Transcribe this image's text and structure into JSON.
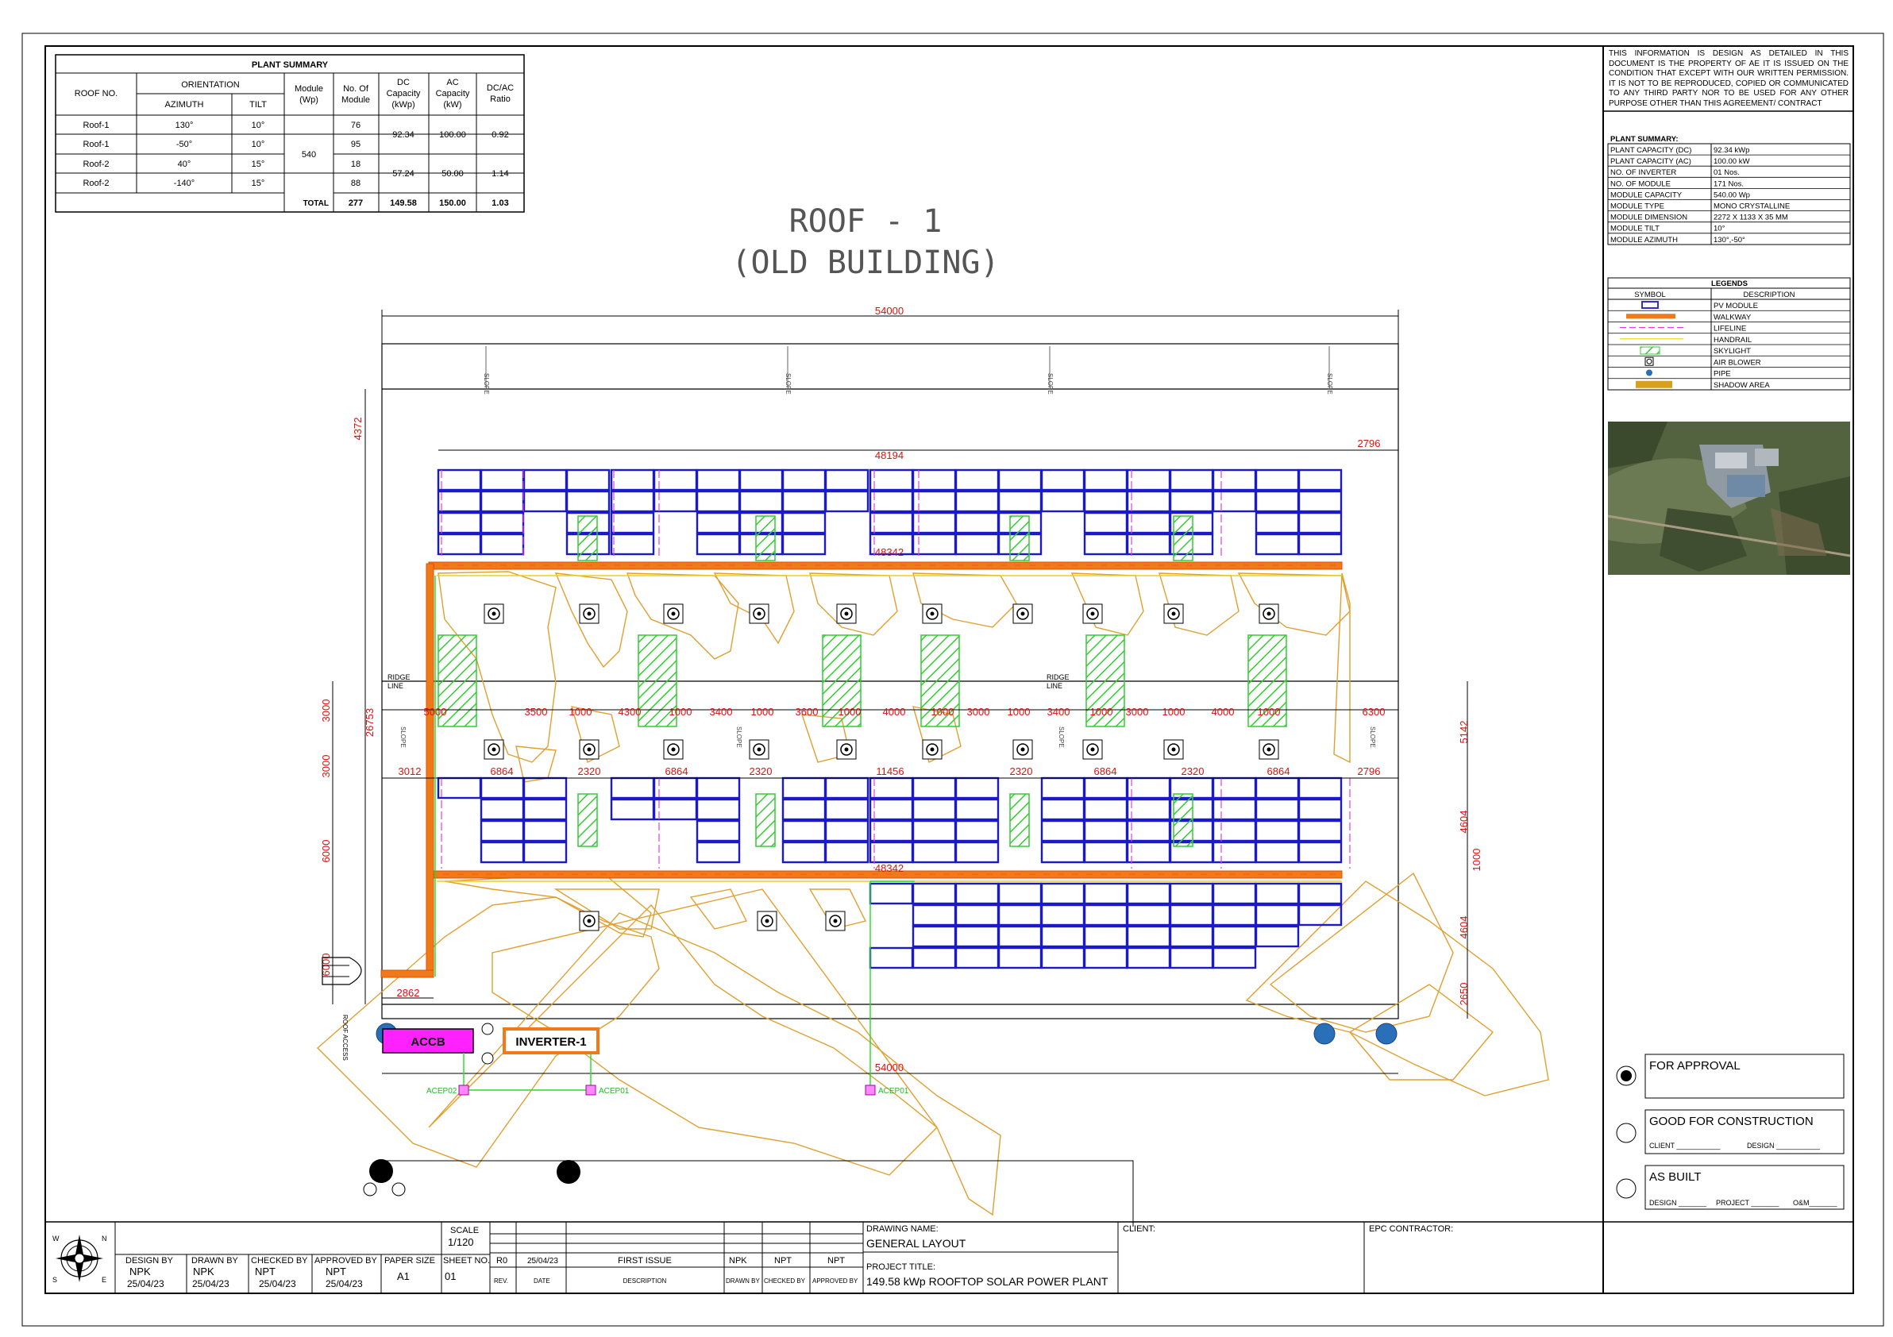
{
  "plant_summary_table": {
    "title": "PLANT SUMMARY",
    "headers": {
      "roof_no": "ROOF NO.",
      "orientation": "ORIENTATION",
      "azimuth": "AZIMUTH",
      "tilt": "TILT",
      "module_wp_1": "Module",
      "module_wp_2": "(Wp)",
      "no_of_module_1": "No. Of",
      "no_of_module_2": "Module",
      "dc_1": "DC",
      "dc_2": "Capacity",
      "dc_3": "(kWp)",
      "ac_1": "AC",
      "ac_2": "Capacity",
      "ac_3": "(kW)",
      "ratio_1": "DC/AC",
      "ratio_2": "Ratio"
    },
    "rows": [
      {
        "roof": "Roof-1",
        "azimuth": "130°",
        "tilt": "10°",
        "modules": "76"
      },
      {
        "roof": "Roof-1",
        "azimuth": "-50°",
        "tilt": "10°",
        "modules": "95"
      },
      {
        "roof": "Roof-2",
        "azimuth": "40°",
        "tilt": "15°",
        "modules": "18"
      },
      {
        "roof": "Roof-2",
        "azimuth": "-140°",
        "tilt": "15°",
        "modules": "88"
      }
    ],
    "module_wp": "540",
    "roof1_dc": "92.34",
    "roof1_ac": "100.00",
    "roof1_ratio": "0.92",
    "roof2_dc": "57.24",
    "roof2_ac": "50.00",
    "roof2_ratio": "1.14",
    "total_label": "TOTAL",
    "total_modules": "277",
    "total_dc": "149.58",
    "total_ac": "150.00",
    "total_ratio": "1.03"
  },
  "drawing_title": {
    "line1": "ROOF - 1",
    "line2": "(OLD BUILDING)"
  },
  "dimensions": {
    "overall_width": "54000",
    "top_gap": "4372",
    "upper_array_width": "48194",
    "right_offset": "2796",
    "walkway_width": "48342",
    "walkway_width_2": "48342",
    "left_total": "26753",
    "left_3000_a": "3000",
    "left_3000_b": "3000",
    "left_6000": "6000",
    "left_6000_b": "6000",
    "right_5142": "5142",
    "right_4604_a": "4604",
    "right_1000": "1000",
    "right_4604_b": "4604",
    "right_2650": "2650",
    "bottom_2862": "2862",
    "bottom_width": "54000",
    "lower_row": [
      "3012",
      "6864",
      "2320",
      "6864",
      "2320",
      "11456",
      "2320",
      "6864",
      "2320",
      "6864",
      "2796"
    ],
    "mid_row": [
      "5000",
      "3500",
      "1000",
      "4300",
      "1000",
      "3400",
      "1000",
      "3600",
      "1000",
      "4000",
      "1000",
      "3000",
      "1000",
      "3400",
      "1000",
      "3000",
      "1000",
      "4000",
      "1000",
      "6300"
    ]
  },
  "annotations": {
    "slope": "SLOPE",
    "ridge_line_1": "RIDGE",
    "ridge_line_2": "LINE",
    "roof_access": "ROOF ACCESS",
    "accb": "ACCB",
    "inverter": "INVERTER-1",
    "acep02": "ACEP02",
    "acep01_a": "ACEP01",
    "acep01_b": "ACEP01"
  },
  "notice": "THIS INFORMATION IS DESIGN AS DETAILED IN THIS DOCUMENT IS THE PROPERTY OF AE IT IS ISSUED ON THE CONDITION THAT EXCEPT WITH OUR WRITTEN PERMISSION. IT IS NOT TO BE REPRODUCED, COPIED OR COMMUNICATED TO ANY THIRD PARTY NOR TO BE USED FOR ANY OTHER PURPOSE OTHER THAN THIS AGREEMENT/ CONTRACT",
  "plant_summary_side": {
    "title": "PLANT SUMMARY:",
    "rows": [
      {
        "k": "PLANT CAPACITY (DC)",
        "v": "92.34 kWp"
      },
      {
        "k": "PLANT CAPACITY (AC)",
        "v": "100.00 kW"
      },
      {
        "k": "NO. OF INVERTER",
        "v": "01 Nos."
      },
      {
        "k": "NO. OF MODULE",
        "v": "171 Nos."
      },
      {
        "k": "MODULE CAPACITY",
        "v": "540.00 Wp"
      },
      {
        "k": "MODULE TYPE",
        "v": "MONO CRYSTALLINE"
      },
      {
        "k": "MODULE DIMENSION",
        "v": "2272 X 1133 X 35 MM"
      },
      {
        "k": "MODULE TILT",
        "v": "10°"
      },
      {
        "k": "MODULE AZIMUTH",
        "v": "130°,-50°"
      }
    ]
  },
  "legends": {
    "title": "LEGENDS",
    "symbol_header": "SYMBOL",
    "description_header": "DESCRIPTION",
    "items": [
      "PV MODULE",
      "WALKWAY",
      "LIFELINE",
      "HANDRAIL",
      "SKYLIGHT",
      "AIR BLOWER",
      "PIPE",
      "SHADOW AREA"
    ]
  },
  "status": {
    "for_approval": "FOR APPROVAL",
    "good_for_construction": "GOOD FOR CONSTRUCTION",
    "gfc_client": "CLIENT ___________",
    "gfc_design": "DESIGN ___________",
    "as_built": "AS BUILT",
    "ab_design": "DESIGN _______",
    "ab_project": "PROJECT _______",
    "ab_om": "O&M_______"
  },
  "title_block": {
    "design_by_label": "DESIGN BY",
    "design_by": "NPK",
    "design_date": "25/04/23",
    "drawn_by_label": "DRAWN BY",
    "drawn_by": "NPK",
    "drawn_date": "25/04/23",
    "checked_by_label": "CHECKED BY",
    "checked_by": "NPT",
    "checked_date": "25/04/23",
    "approved_by_label": "APPROVED  BY",
    "approved_by": "NPT",
    "approved_date": "25/04/23",
    "paper_size_label": "PAPER SIZE",
    "paper_size": "A1",
    "scale_label": "SCALE",
    "scale": "1/120",
    "sheet_no_label": "SHEET NO.",
    "sheet_no": "01",
    "rev": "R0",
    "rev_date": "25/04/23",
    "rev_desc": "FIRST ISSUE",
    "rev_drawn": "NPK",
    "rev_checked": "NPT",
    "rev_approved": "NPT",
    "rev_label": "REV.",
    "date_label": "DATE",
    "description_label": "DESCRIPTION",
    "drawn_by_col": "DRAWN BY",
    "checked_by_col": "CHECKED BY",
    "approved_by_col": "APPROVED BY",
    "drawing_name_label": "DRAWING NAME:",
    "drawing_name": "GENERAL LAYOUT",
    "project_title_label": "PROJECT TITLE:",
    "project_title": "149.58 kWp ROOFTOP SOLAR POWER PLANT",
    "client_label": "CLIENT:",
    "epc_label": "EPC CONTRACTOR:"
  },
  "compass": {
    "n": "N",
    "e": "E",
    "s": "S",
    "w": "W"
  },
  "colors": {
    "module": "#1a1acc",
    "walkway": "#f07a1a",
    "lifeline": "#e040e0",
    "handrail": "#f0e040",
    "skylight": "#33cc33",
    "dimension": "#e01010",
    "shadow": "#e0a030",
    "pipe": "#2a70b8",
    "accb": "#ff22ff",
    "conduit": "#22dd22"
  }
}
